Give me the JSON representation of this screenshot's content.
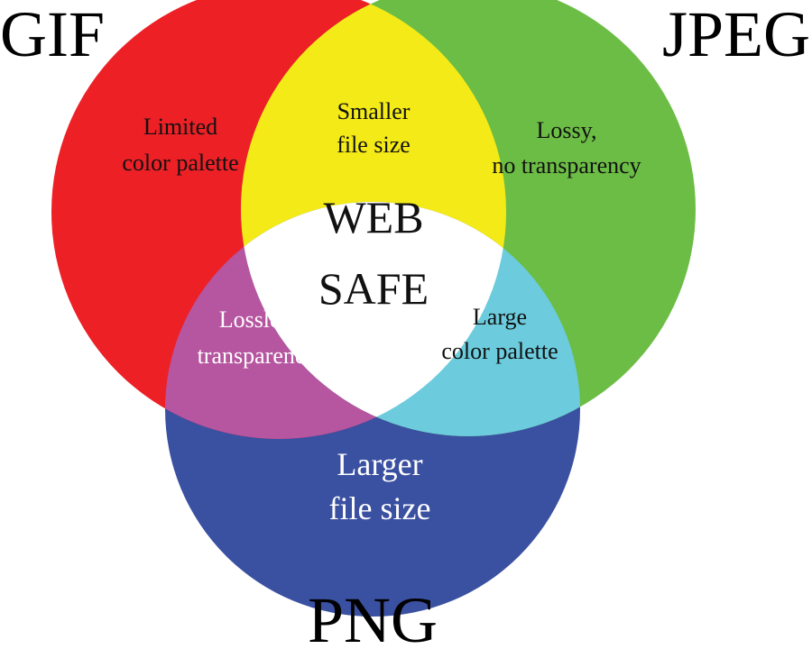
{
  "sets": {
    "gif": {
      "label": "GIF",
      "color": "#ed2026"
    },
    "jpeg": {
      "label": "JPEG",
      "color": "#6cbd45"
    },
    "png": {
      "label": "PNG",
      "color": "#3a50a1"
    }
  },
  "overlaps": {
    "gif_jpeg": {
      "color": "#f4ea17"
    },
    "gif_png": {
      "color": "#b655a0"
    },
    "jpeg_png": {
      "color": "#6ccbdc"
    },
    "all": {
      "color": "#ffffff"
    }
  },
  "regions": {
    "gif_only": {
      "line1": "Limited",
      "line2": "color palette"
    },
    "jpeg_only": {
      "line1": "Lossy,",
      "line2": "no transparency"
    },
    "gif_jpeg": {
      "line1": "Smaller",
      "line2": "file size"
    },
    "gif_png": {
      "line1": "Lossless,",
      "line2": "transparency"
    },
    "jpeg_png": {
      "line1": "Large",
      "line2": "color palette"
    },
    "png_only": {
      "line1": "Larger",
      "line2": "file size"
    },
    "center": {
      "line1": "WEB",
      "line2": "SAFE"
    }
  }
}
